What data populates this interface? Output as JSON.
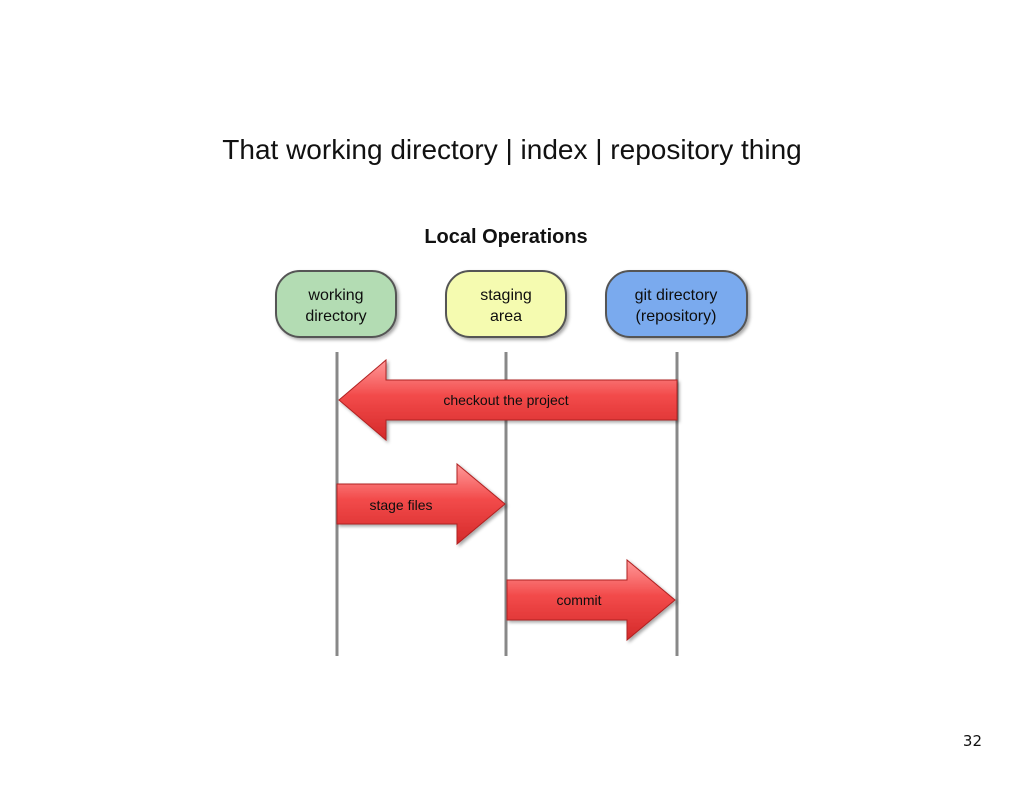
{
  "slide": {
    "title": "That working directory | index | repository thing",
    "page_number": "32"
  },
  "diagram": {
    "heading": "Local Operations",
    "nodes": [
      {
        "line1": "working",
        "line2": "directory",
        "color": "#b3dcb3"
      },
      {
        "line1": "staging",
        "line2": "area",
        "color": "#f5fbb0"
      },
      {
        "line1": "git directory",
        "line2": "(repository)",
        "color": "#7aaaee"
      }
    ],
    "arrows": [
      {
        "label": "checkout the project"
      },
      {
        "label": "stage files"
      },
      {
        "label": "commit"
      }
    ],
    "colors": {
      "arrow_fill": "#ee3b3b",
      "lifeline": "#888888"
    }
  }
}
